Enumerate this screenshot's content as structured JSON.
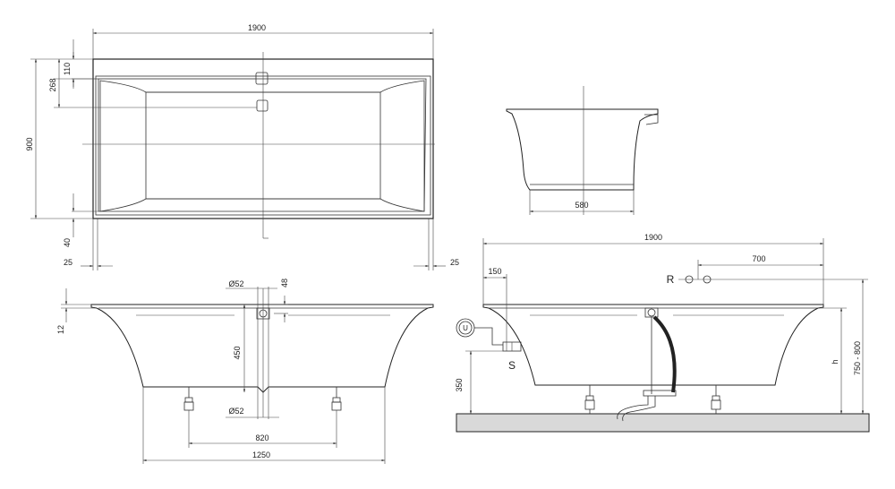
{
  "views": {
    "top": {
      "dims": {
        "length": "1900",
        "width": "900",
        "d110": "110",
        "d268": "268",
        "d40": "40",
        "d25_left": "25",
        "d25_right": "25"
      }
    },
    "end": {
      "dims": {
        "d580": "580"
      }
    },
    "front": {
      "dims": {
        "d52_top": "Ø52",
        "d48": "48",
        "d12": "12",
        "d450": "450",
        "d52_bottom": "Ø52",
        "d820": "820",
        "d1250": "1250"
      }
    },
    "installed": {
      "dims": {
        "length": "1900",
        "d700": "700",
        "d150": "150",
        "d350": "350",
        "h": "h",
        "d750_800": "750 - 800"
      },
      "labels": {
        "r": "R",
        "s": "S",
        "u": "U"
      }
    }
  },
  "colors": {
    "line": "#222222",
    "floor": "#d9d9d9"
  }
}
